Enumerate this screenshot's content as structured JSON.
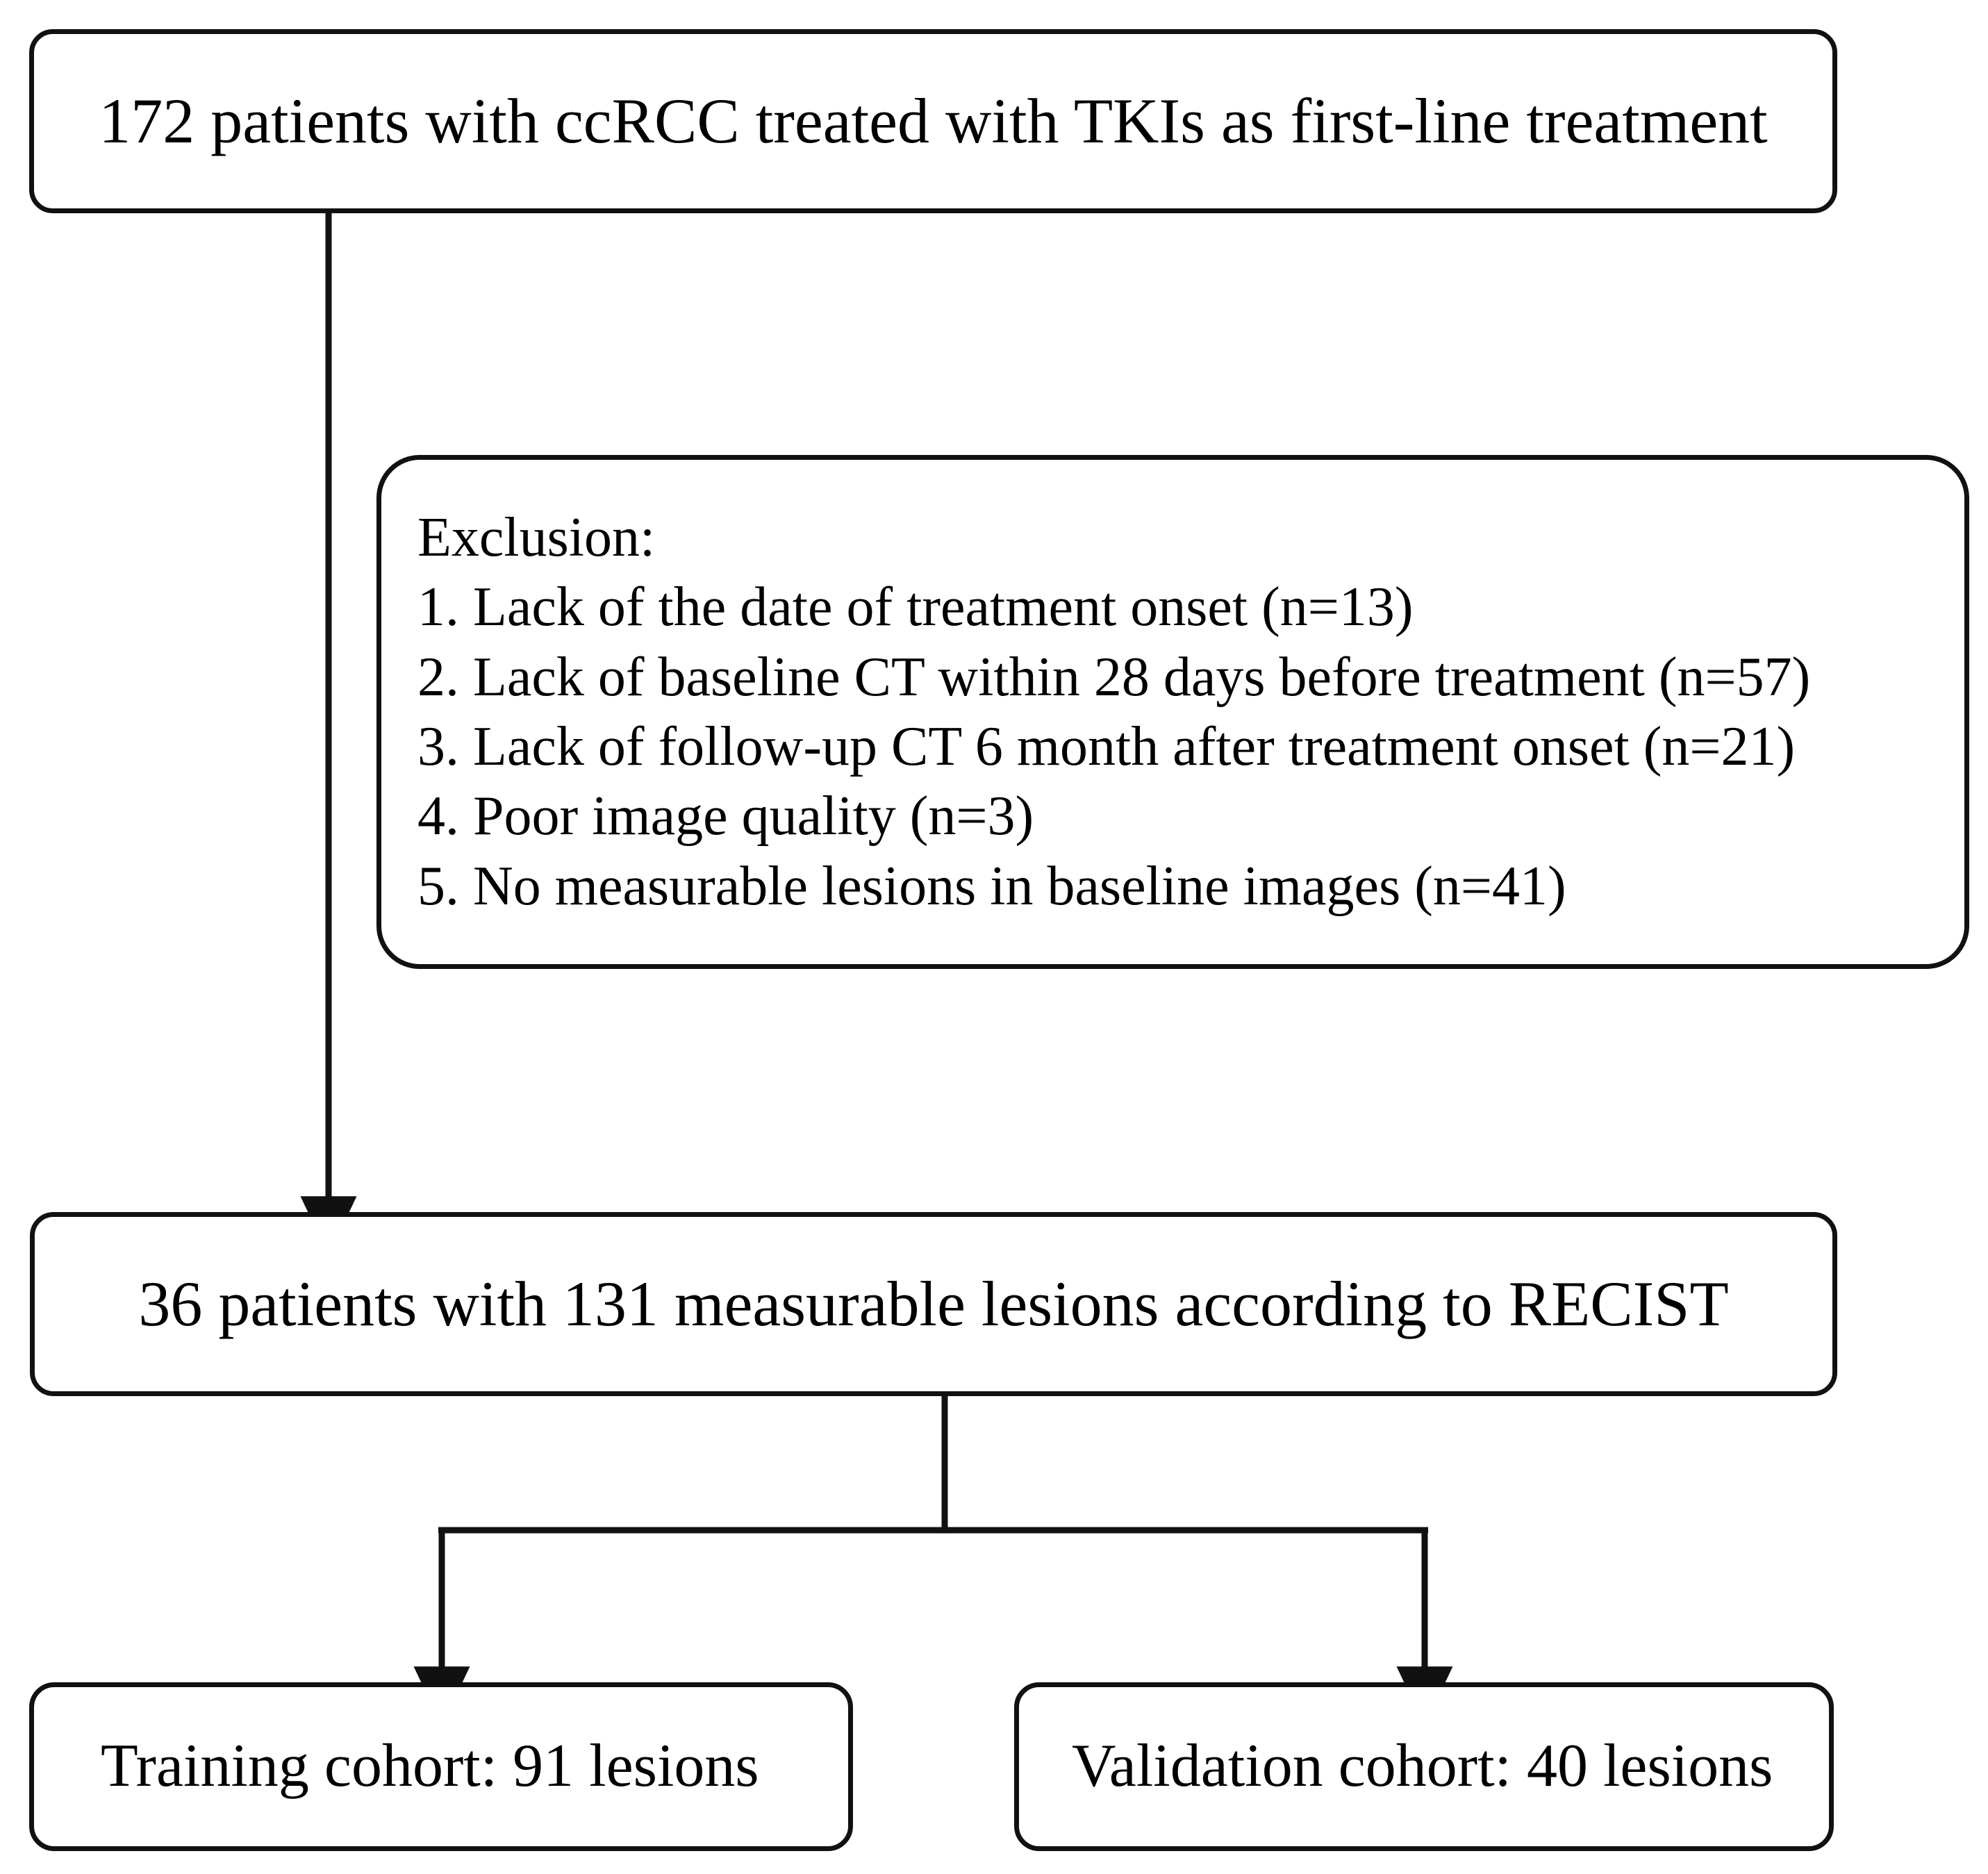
{
  "diagram": {
    "type": "patient-selection-flowchart",
    "line_color": "#111111",
    "background_color": "#ffffff",
    "text_color": "#000000"
  },
  "nodes": {
    "top": {
      "label": "172 patients with ccRCC treated with TKIs as first-line treatment",
      "count": 172
    },
    "exclusion": {
      "heading": "Exclusion:",
      "items": [
        "1. Lack of the date of treatment onset (n=13)",
        "2. Lack of baseline CT within 28 days before treatment (n=57)",
        "3. Lack of follow-up CT 6 month after treatment onset (n=21)",
        "4. Poor image quality (n=3)",
        "5. No measurable lesions in baseline images (n=41)"
      ]
    },
    "middle": {
      "label": "36 patients with 131 measurable lesions according to RECIST",
      "patients": 36,
      "lesions": 131
    },
    "training": {
      "label": "Training cohort: 91 lesions",
      "lesions": 91
    },
    "validation": {
      "label": "Validation cohort: 40 lesions",
      "lesions": 40
    }
  },
  "connectors": {
    "top_to_middle": "arrow-down",
    "middle_split": "arrow-split-down-two"
  }
}
